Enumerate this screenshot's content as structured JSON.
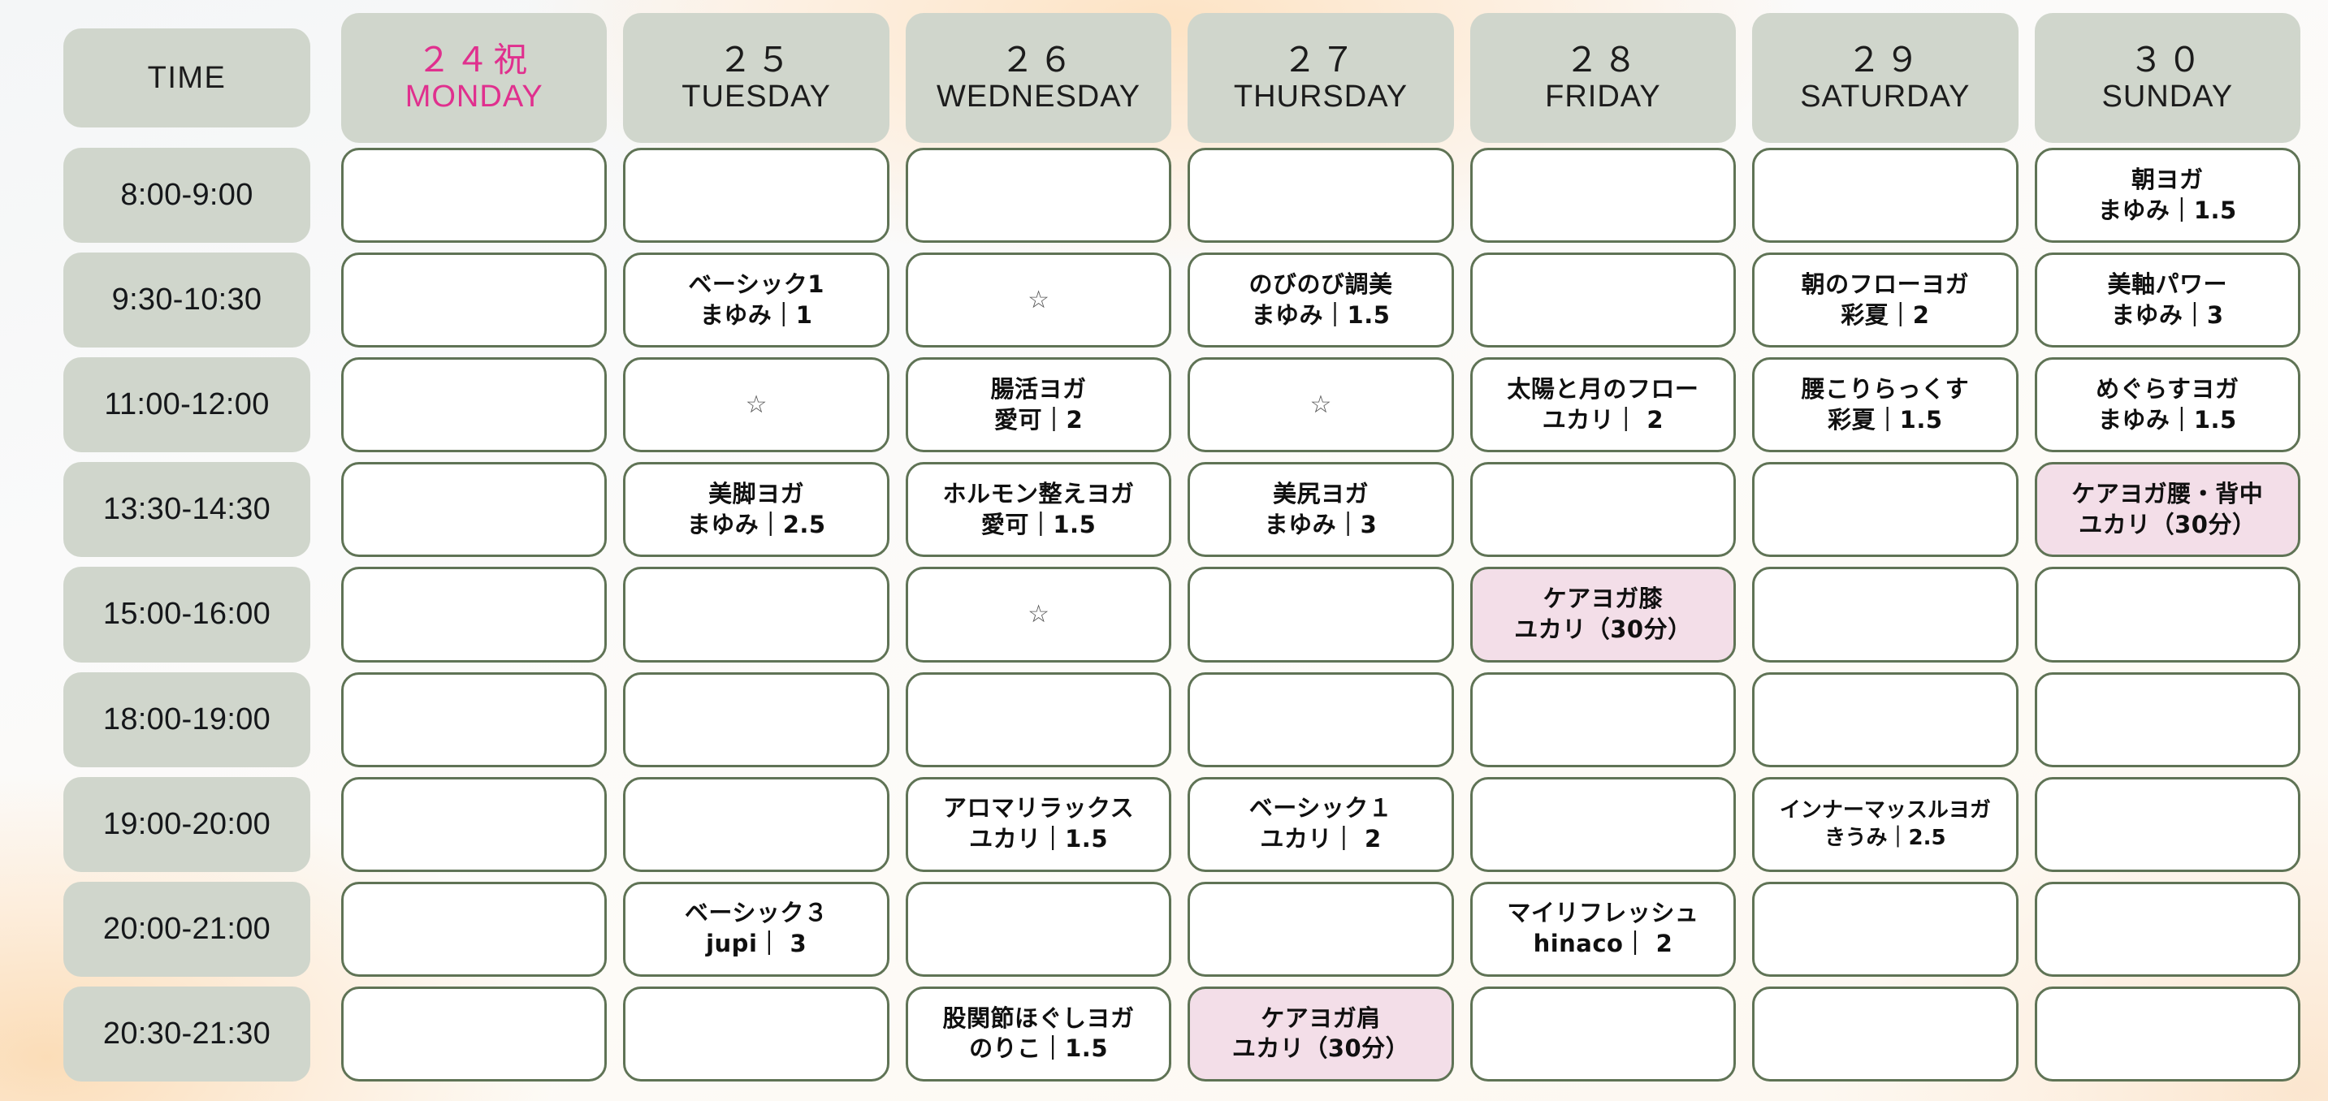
{
  "header": {
    "time_label": "TIME",
    "days": [
      {
        "date": "２４祝",
        "name": "MONDAY",
        "holiday": true
      },
      {
        "date": "２５",
        "name": "TUESDAY",
        "holiday": false
      },
      {
        "date": "２６",
        "name": "WEDNESDAY",
        "holiday": false
      },
      {
        "date": "２７",
        "name": "THURSDAY",
        "holiday": false
      },
      {
        "date": "２８",
        "name": "FRIDAY",
        "holiday": false
      },
      {
        "date": "２９",
        "name": "SATURDAY",
        "holiday": false
      },
      {
        "date": "３０",
        "name": "SUNDAY",
        "holiday": false
      }
    ]
  },
  "times": [
    "8:00-9:00",
    "9:30-10:30",
    "11:00-12:00",
    "13:30-14:30",
    "15:00-16:00",
    "18:00-19:00",
    "19:00-20:00",
    "20:00-21:00",
    "20:30-21:30"
  ],
  "colors": {
    "header_green": "#d0d6cc",
    "cell_border_green": "#5f7355",
    "care_pink": "#f3dee8",
    "holiday_pink_text": "#e0308e",
    "cell_white": "#ffffff"
  },
  "icons": {
    "star": "☆"
  },
  "rows": [
    {
      "time": "8:00-9:00",
      "cells": [
        {
          "title": "",
          "sub": "",
          "star": false,
          "pink": false
        },
        {
          "title": "",
          "sub": "",
          "star": false,
          "pink": false
        },
        {
          "title": "",
          "sub": "",
          "star": false,
          "pink": false
        },
        {
          "title": "",
          "sub": "",
          "star": false,
          "pink": false
        },
        {
          "title": "",
          "sub": "",
          "star": false,
          "pink": false
        },
        {
          "title": "",
          "sub": "",
          "star": false,
          "pink": false
        },
        {
          "title": "朝ヨガ",
          "sub": "まゆみ｜1.5",
          "star": false,
          "pink": false
        }
      ]
    },
    {
      "time": "9:30-10:30",
      "cells": [
        {
          "title": "",
          "sub": "",
          "star": false,
          "pink": false
        },
        {
          "title": "ベーシック1",
          "sub": "まゆみ｜1",
          "star": false,
          "pink": false
        },
        {
          "title": "",
          "sub": "",
          "star": true,
          "pink": false
        },
        {
          "title": "のびのび調美",
          "sub": "まゆみ｜1.5",
          "star": false,
          "pink": false
        },
        {
          "title": "",
          "sub": "",
          "star": false,
          "pink": false
        },
        {
          "title": "朝のフローヨガ",
          "sub": "彩夏｜2",
          "star": false,
          "pink": false
        },
        {
          "title": "美軸パワー",
          "sub": "まゆみ｜3",
          "star": false,
          "pink": false
        }
      ]
    },
    {
      "time": "11:00-12:00",
      "cells": [
        {
          "title": "",
          "sub": "",
          "star": false,
          "pink": false
        },
        {
          "title": "",
          "sub": "",
          "star": true,
          "pink": false
        },
        {
          "title": "腸活ヨガ",
          "sub": "愛可｜2",
          "star": false,
          "pink": false
        },
        {
          "title": "",
          "sub": "",
          "star": true,
          "pink": false
        },
        {
          "title": "太陽と月のフロー",
          "sub": "ユカリ｜ 2",
          "star": false,
          "pink": false
        },
        {
          "title": "腰こりらっくす",
          "sub": "彩夏｜1.5",
          "star": false,
          "pink": false
        },
        {
          "title": "めぐらすヨガ",
          "sub": "まゆみ｜1.5",
          "star": false,
          "pink": false
        }
      ]
    },
    {
      "time": "13:30-14:30",
      "cells": [
        {
          "title": "",
          "sub": "",
          "star": false,
          "pink": false
        },
        {
          "title": "美脚ヨガ",
          "sub": "まゆみ｜2.5",
          "star": false,
          "pink": false
        },
        {
          "title": "ホルモン整えヨガ",
          "sub": "愛可｜1.5",
          "star": false,
          "pink": false
        },
        {
          "title": "美尻ヨガ",
          "sub": "まゆみ｜3",
          "star": false,
          "pink": false
        },
        {
          "title": "",
          "sub": "",
          "star": false,
          "pink": false
        },
        {
          "title": "",
          "sub": "",
          "star": false,
          "pink": false
        },
        {
          "title": "ケアヨガ腰・背中",
          "sub": "ユカリ（30分）",
          "star": false,
          "pink": true
        }
      ]
    },
    {
      "time": "15:00-16:00",
      "cells": [
        {
          "title": "",
          "sub": "",
          "star": false,
          "pink": false
        },
        {
          "title": "",
          "sub": "",
          "star": false,
          "pink": false
        },
        {
          "title": "",
          "sub": "",
          "star": true,
          "pink": false
        },
        {
          "title": "",
          "sub": "",
          "star": false,
          "pink": false
        },
        {
          "title": "ケアヨガ膝",
          "sub": "ユカリ（30分）",
          "star": false,
          "pink": true
        },
        {
          "title": "",
          "sub": "",
          "star": false,
          "pink": false
        },
        {
          "title": "",
          "sub": "",
          "star": false,
          "pink": false
        }
      ]
    },
    {
      "time": "18:00-19:00",
      "cells": [
        {
          "title": "",
          "sub": "",
          "star": false,
          "pink": false
        },
        {
          "title": "",
          "sub": "",
          "star": false,
          "pink": false
        },
        {
          "title": "",
          "sub": "",
          "star": false,
          "pink": false
        },
        {
          "title": "",
          "sub": "",
          "star": false,
          "pink": false
        },
        {
          "title": "",
          "sub": "",
          "star": false,
          "pink": false
        },
        {
          "title": "",
          "sub": "",
          "star": false,
          "pink": false
        },
        {
          "title": "",
          "sub": "",
          "star": false,
          "pink": false
        }
      ]
    },
    {
      "time": "19:00-20:00",
      "cells": [
        {
          "title": "",
          "sub": "",
          "star": false,
          "pink": false
        },
        {
          "title": "",
          "sub": "",
          "star": false,
          "pink": false
        },
        {
          "title": "アロマリラックス",
          "sub": "ユカリ｜1.5",
          "star": false,
          "pink": false
        },
        {
          "title": "ベーシック１",
          "sub": "ユカリ｜ 2",
          "star": false,
          "pink": false
        },
        {
          "title": "",
          "sub": "",
          "star": false,
          "pink": false
        },
        {
          "title": "インナーマッスルヨガ",
          "sub": "きうみ｜2.5",
          "star": false,
          "pink": false
        },
        {
          "title": "",
          "sub": "",
          "star": false,
          "pink": false
        }
      ]
    },
    {
      "time": "20:00-21:00",
      "cells": [
        {
          "title": "",
          "sub": "",
          "star": false,
          "pink": false
        },
        {
          "title": "ベーシック３",
          "sub": "jupi｜ 3",
          "star": false,
          "pink": false
        },
        {
          "title": "",
          "sub": "",
          "star": false,
          "pink": false
        },
        {
          "title": "",
          "sub": "",
          "star": false,
          "pink": false
        },
        {
          "title": "マイリフレッシュ",
          "sub": "hinaco｜ 2",
          "star": false,
          "pink": false
        },
        {
          "title": "",
          "sub": "",
          "star": false,
          "pink": false
        },
        {
          "title": "",
          "sub": "",
          "star": false,
          "pink": false
        }
      ]
    },
    {
      "time": "20:30-21:30",
      "cells": [
        {
          "title": "",
          "sub": "",
          "star": false,
          "pink": false
        },
        {
          "title": "",
          "sub": "",
          "star": false,
          "pink": false
        },
        {
          "title": "股関節ほぐしヨガ",
          "sub": "のりこ｜1.5",
          "star": false,
          "pink": false
        },
        {
          "title": "ケアヨガ肩",
          "sub": "ユカリ（30分）",
          "star": false,
          "pink": true
        },
        {
          "title": "",
          "sub": "",
          "star": false,
          "pink": false
        },
        {
          "title": "",
          "sub": "",
          "star": false,
          "pink": false
        },
        {
          "title": "",
          "sub": "",
          "star": false,
          "pink": false
        }
      ]
    }
  ]
}
